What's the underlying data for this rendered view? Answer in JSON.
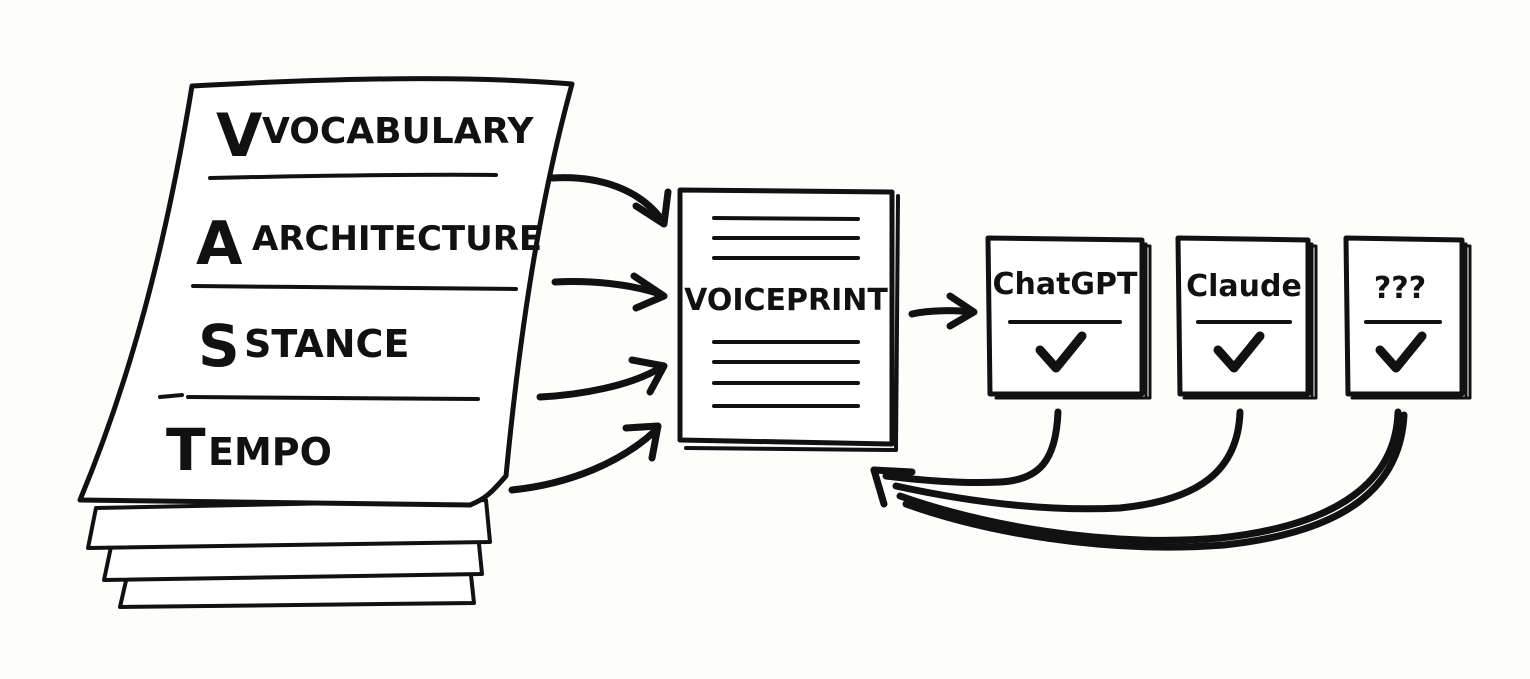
{
  "framework_sheet": {
    "rows": [
      {
        "initial": "V",
        "rest": "VOCABULARY"
      },
      {
        "initial": "A",
        "rest": "ARCHITECTURE"
      },
      {
        "initial": "S",
        "rest": "STANCE"
      },
      {
        "initial": "T",
        "rest": "EMPO"
      }
    ]
  },
  "voiceprint": {
    "label": "VOICEPRINT"
  },
  "targets": [
    {
      "label": "ChatGPT",
      "status_icon": "check-icon"
    },
    {
      "label": "Claude",
      "status_icon": "check-icon"
    },
    {
      "label": "???",
      "status_icon": "check-icon"
    }
  ]
}
